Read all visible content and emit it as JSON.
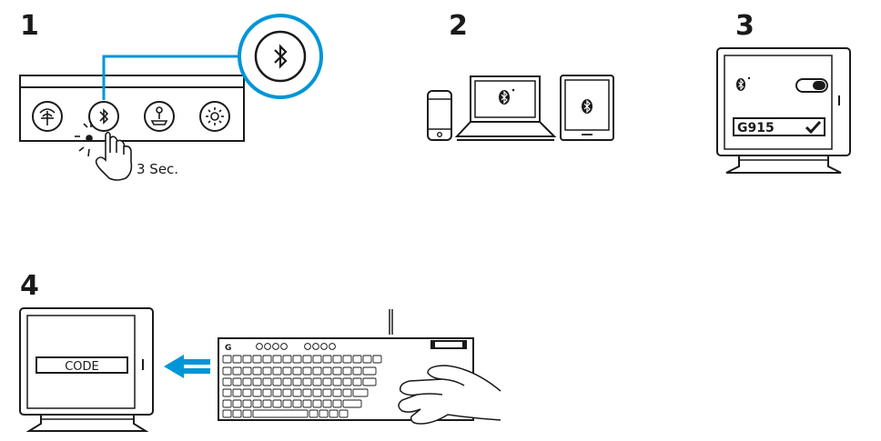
{
  "steps": {
    "step1": {
      "number": "1",
      "hold_label": "3 Sec.",
      "keys": [
        "lightspeed-icon",
        "bluetooth-icon",
        "game-mode-icon",
        "brightness-icon"
      ]
    },
    "step2": {
      "number": "2",
      "devices": [
        "phone-icon",
        "laptop-icon",
        "tablet-icon"
      ]
    },
    "step3": {
      "number": "3",
      "device_name": "G915"
    },
    "step4": {
      "number": "4",
      "code_label": "CODE"
    }
  },
  "colors": {
    "accent": "#0095d6",
    "ink": "#1a1a1a"
  }
}
